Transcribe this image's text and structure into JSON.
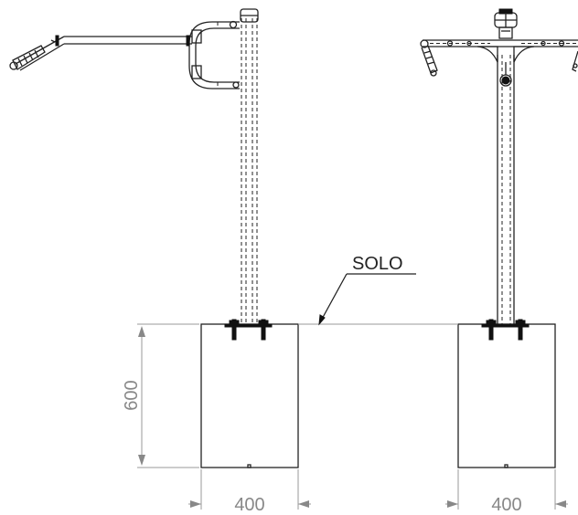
{
  "annotations": {
    "ground_label": "SOLO",
    "height_dimension": "600",
    "width_dimension_left": "400",
    "width_dimension_right": "400"
  },
  "colors": {
    "line": "#222222",
    "dimension": "#888888",
    "background": "#ffffff"
  }
}
